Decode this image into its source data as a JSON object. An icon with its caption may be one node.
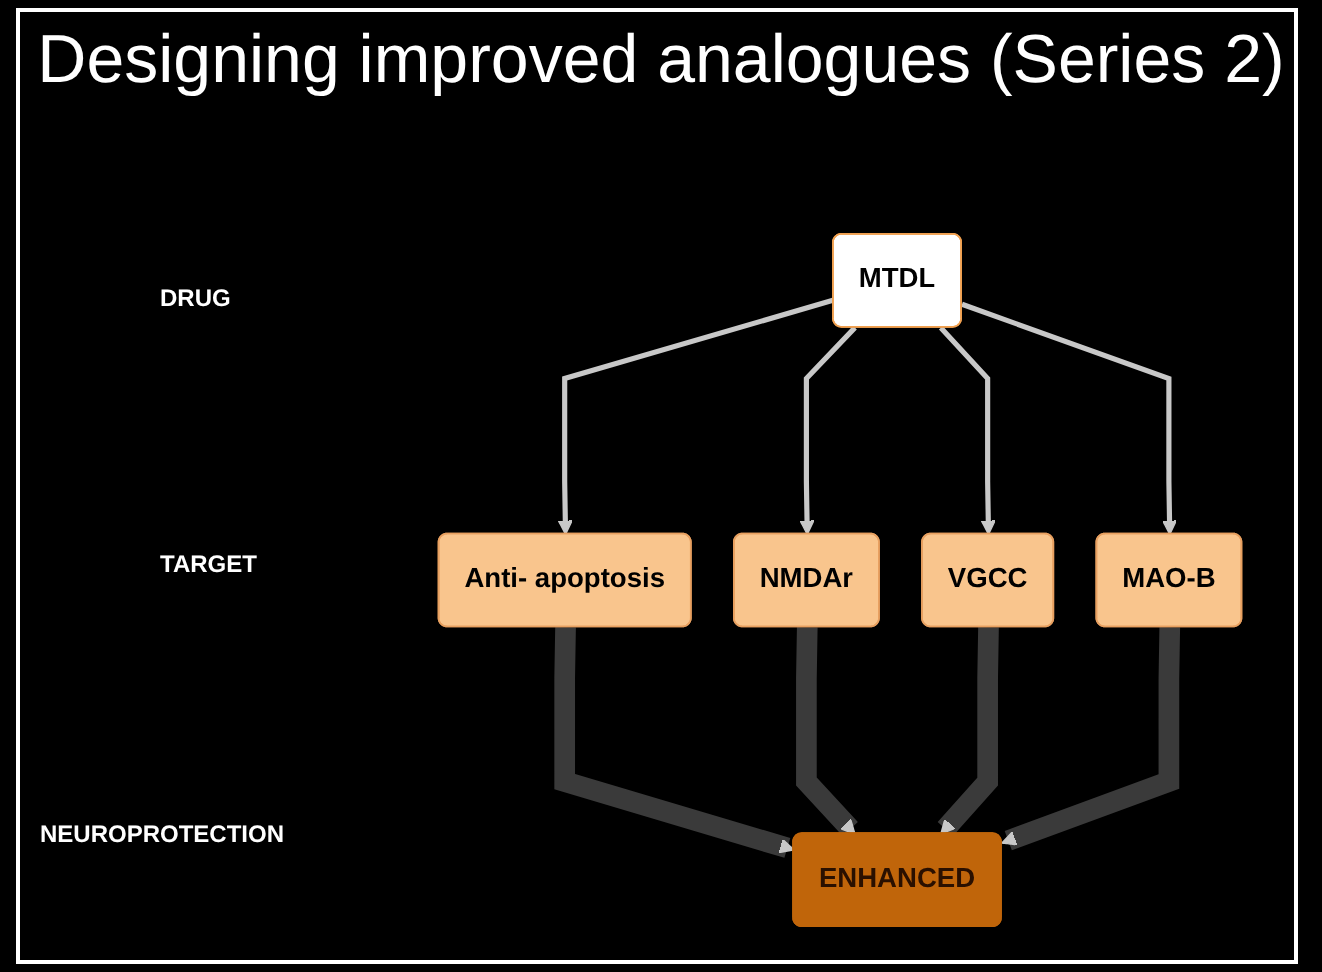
{
  "diagram": {
    "title": "Designing improved analogues (Series 2)",
    "nodes": [
      {
        "text": [
          "MTDL"
        ]
      },
      {
        "text": [
          "Anti- apoptosis"
        ]
      },
      {
        "text": [
          "NMDAr"
        ]
      },
      {
        "text": [
          "VGCC"
        ]
      },
      {
        "text": [
          "MAO-B"
        ]
      },
      {
        "text": [
          "ENHANCED"
        ]
      }
    ],
    "edges": [
      {
        "from": 0,
        "to": 1,
        "arrow": "to"
      },
      {
        "from": 0,
        "to": 2,
        "arrow": "to"
      },
      {
        "from": 0,
        "to": 3,
        "arrow": "to"
      },
      {
        "from": 0,
        "to": 4,
        "arrow": "to"
      },
      {
        "from": 1,
        "to": 5,
        "arrow": "to",
        "style": "thick",
        "color": "#3a3a3a"
      },
      {
        "from": 2,
        "to": 5,
        "arrow": "to",
        "style": "thick",
        "color": "#3a3a3a"
      },
      {
        "from": 3,
        "to": 5,
        "arrow": "to",
        "style": "thick",
        "color": "#3a3a3a"
      },
      {
        "from": 4,
        "to": 5,
        "arrow": "to",
        "style": "thick",
        "color": "#3a3a3a"
      }
    ],
    "labels": [
      "DRUG",
      "TARGET",
      "NEUROPROTECTION"
    ]
  }
}
